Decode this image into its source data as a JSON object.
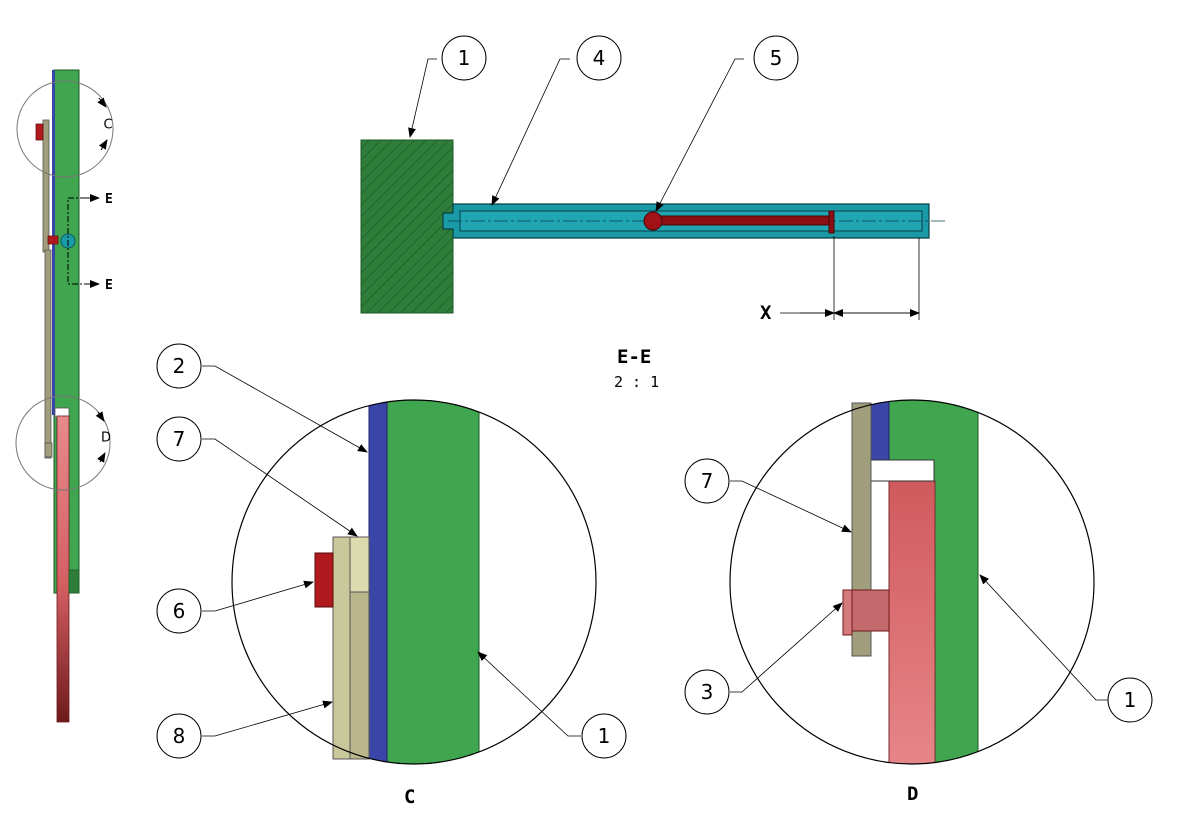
{
  "section": {
    "title": "E-E",
    "scale": "2 : 1",
    "dimension_label": "X"
  },
  "side_view": {
    "cut_label_top": "E",
    "cut_label_bottom": "E",
    "detail_c_marker": "C",
    "detail_d_marker": "D"
  },
  "detail_c": {
    "caption": "C"
  },
  "detail_d": {
    "caption": "D"
  },
  "callouts": {
    "section_1": "1",
    "section_4": "4",
    "section_5": "5",
    "c_2": "2",
    "c_7": "7",
    "c_6": "6",
    "c_8": "8",
    "c_1": "1",
    "d_7": "7",
    "d_3": "3",
    "d_1": "1"
  },
  "colors": {
    "green": "#3fa54f",
    "dark_green": "#2f7d3a",
    "blue": "#3a45a8",
    "teal": "#1a9aa6",
    "dark_red": "#8a0f12",
    "red": "#b01a1e",
    "pink": "#d45f63",
    "khaki": "#a09e7c",
    "light_khaki": "#c9c89a"
  }
}
